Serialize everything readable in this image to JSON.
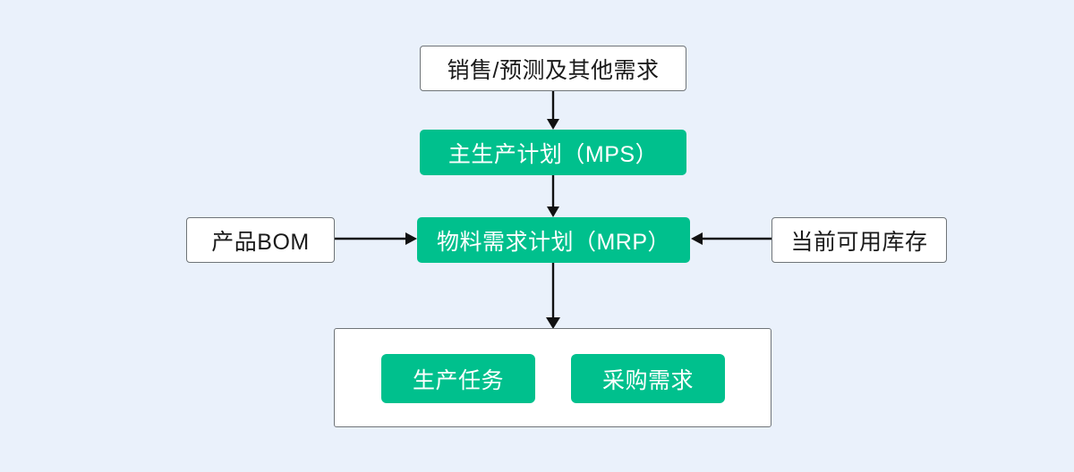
{
  "diagram": {
    "title_present": false,
    "background_color": "#eaf1fb",
    "accent_color": "#00c08d",
    "node_border_color": "#6f7478",
    "text_color": "#1a1a1a",
    "edge_color": "#111111",
    "nodes": [
      {
        "id": "demand",
        "label": "销售/预测及其他需求",
        "style": "white"
      },
      {
        "id": "mps",
        "label": "主生产计划（MPS）",
        "style": "green"
      },
      {
        "id": "mrp",
        "label": "物料需求计划（MRP）",
        "style": "green"
      },
      {
        "id": "bom",
        "label": "产品BOM",
        "style": "white"
      },
      {
        "id": "inventory",
        "label": "当前可用库存",
        "style": "white"
      },
      {
        "id": "prod_task",
        "label": "生产任务",
        "style": "green"
      },
      {
        "id": "purchase",
        "label": "采购需求",
        "style": "green"
      }
    ],
    "edges": [
      {
        "from": "demand",
        "to": "mps",
        "direction": "down"
      },
      {
        "from": "mps",
        "to": "mrp",
        "direction": "down"
      },
      {
        "from": "bom",
        "to": "mrp",
        "direction": "right"
      },
      {
        "from": "inventory",
        "to": "mrp",
        "direction": "left"
      },
      {
        "from": "mrp",
        "to": "output",
        "direction": "down"
      }
    ]
  }
}
